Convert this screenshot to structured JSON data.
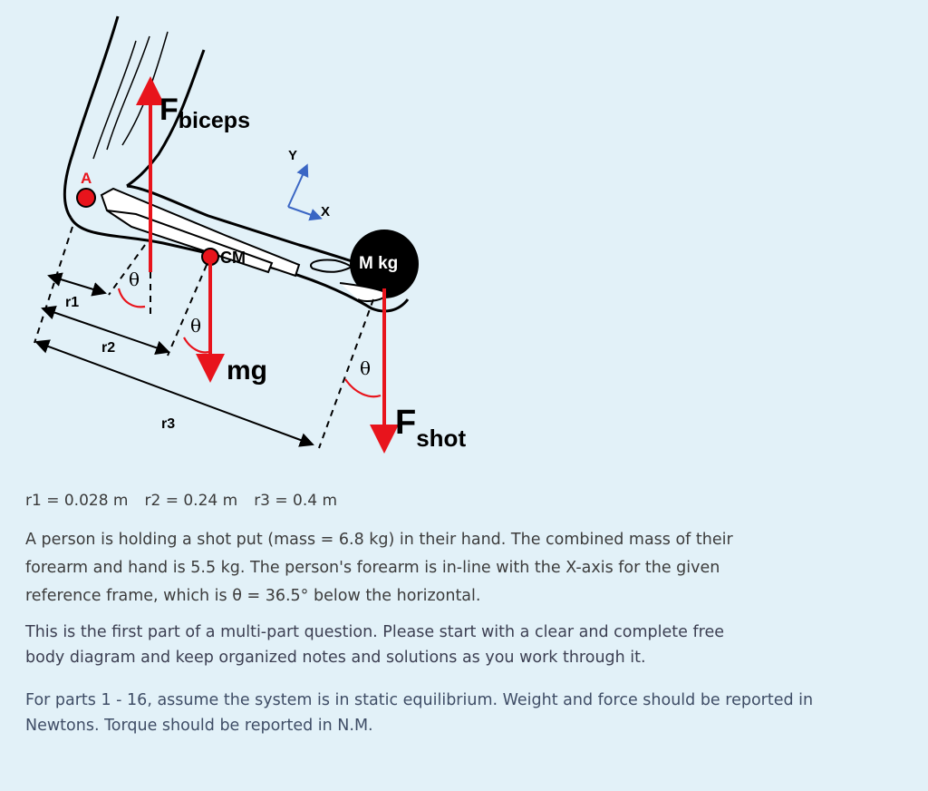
{
  "figure": {
    "labels": {
      "biceps_F": "F",
      "biceps_sub": "biceps",
      "point_a": "A",
      "cm": "CM",
      "mass": "M kg",
      "mg": "mg",
      "shot_F": "F",
      "shot_sub": "shot",
      "r1": "r1",
      "r2": "r2",
      "r3": "r3",
      "axis_y": "Y",
      "axis_x": "X",
      "theta": "θ"
    },
    "colors": {
      "force": "#e8141c",
      "axis": "#3a66c4",
      "outline": "#000000"
    }
  },
  "text": {
    "r1": "r1 = 0.028 m",
    "r2": "r2 = 0.24 m",
    "r3": "r3 = 0.4 m",
    "p1_l1": "A person is holding a shot put (mass = 6.8 kg) in their hand. The combined mass of their",
    "p1_l2": "forearm and hand is 5.5 kg. The person's forearm is in-line with the X-axis for the given",
    "p1_l3": "reference frame, which is θ = 36.5° below the horizontal.",
    "p2_l1": "This is the first part of a multi-part question. Please start with a clear and complete free",
    "p2_l2": "body diagram and keep organized notes and solutions as you work through it.",
    "p3_l1": "For parts 1 - 16, assume the system is in static equilibrium. Weight and force should be reported in",
    "p3_l2": "Newtons. Torque should be reported in N.M."
  }
}
